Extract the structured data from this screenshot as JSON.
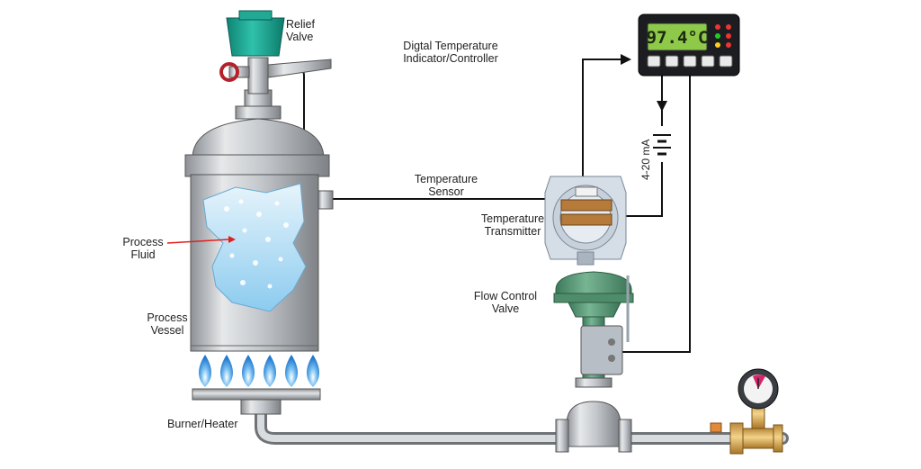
{
  "labels": {
    "relief_valve": "Relief\nValve",
    "controller": "Digtal Temperature\nIndicator/Controller",
    "temperature_sensor": "Temperature\nSensor",
    "temperature_transmitter": "Temperature\nTransmitter",
    "process_fluid": "Process\nFluid",
    "process_vessel": "Process\nVessel",
    "flow_control_valve": "Flow Control\nValve",
    "burner_heater": "Burner/Heater",
    "loop_current": "4-20 mA"
  },
  "controller": {
    "display_value": "97.4°C",
    "display_color": "#8fc94a"
  },
  "colors": {
    "relief_valve_cap": "#1a9e8c",
    "control_valve_body": "#5a9a7a",
    "vessel_steel": "#bfc3c7",
    "flame_blue": "#2e86d6",
    "arrow_red": "#e02020"
  }
}
